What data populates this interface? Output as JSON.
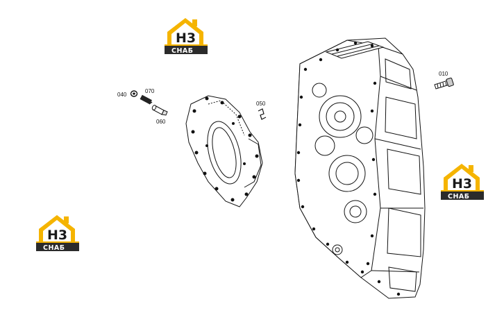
{
  "callouts": {
    "p010": "010",
    "p040": "040",
    "p050": "050",
    "p060": "060",
    "p070": "070"
  },
  "logo": {
    "mark": "H3",
    "caption": "СНАБ",
    "colors": {
      "accent": "#f5b400",
      "dark": "#1a1a1a",
      "bar": "#2b2b2b"
    }
  }
}
